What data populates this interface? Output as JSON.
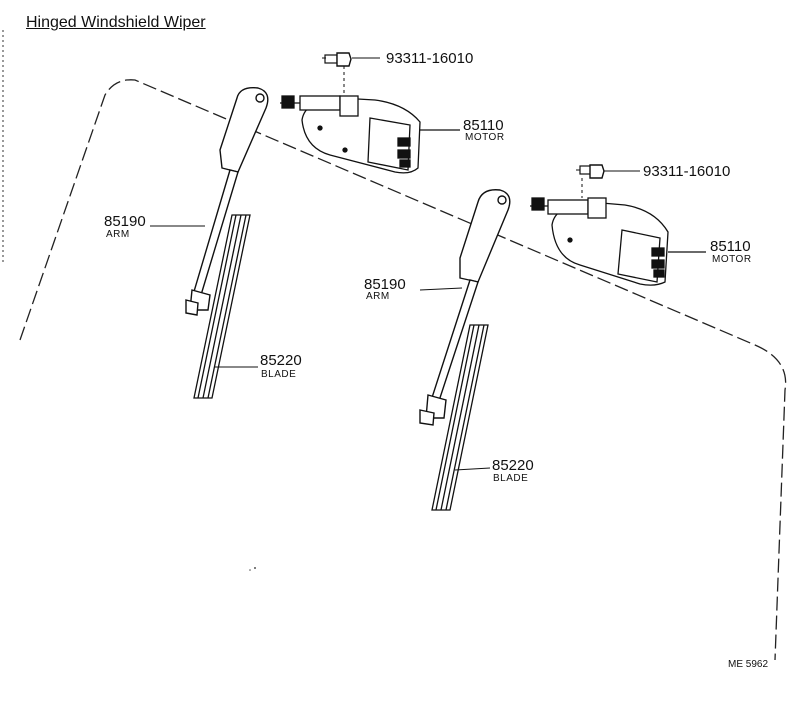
{
  "title": "Hinged Windshield Wiper",
  "labels": {
    "bolt_left": "93311-16010",
    "bolt_right": "93311-16010",
    "motor_left_part": "85110",
    "motor_left_name": "MOTOR",
    "motor_right_part": "85110",
    "motor_right_name": "MOTOR",
    "arm_left_part": "85190",
    "arm_left_name": "ARM",
    "arm_right_part": "85190",
    "arm_right_name": "ARM",
    "blade_left_part": "85220",
    "blade_left_name": "BLADE",
    "blade_right_part": "85220",
    "blade_right_name": "BLADE"
  },
  "figure_code": "ME 5962"
}
